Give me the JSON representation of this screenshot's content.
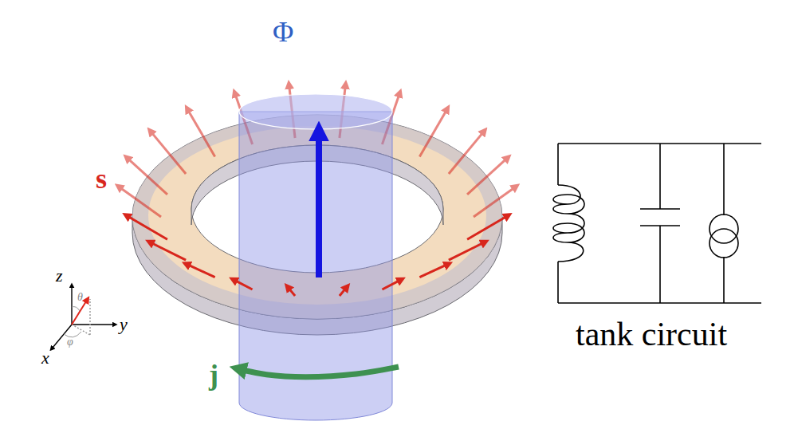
{
  "diagram": {
    "labels": [
      "Φ",
      "s",
      "j",
      "z",
      "θ",
      "y",
      "x",
      "φ",
      "tank circuit"
    ]
  }
}
